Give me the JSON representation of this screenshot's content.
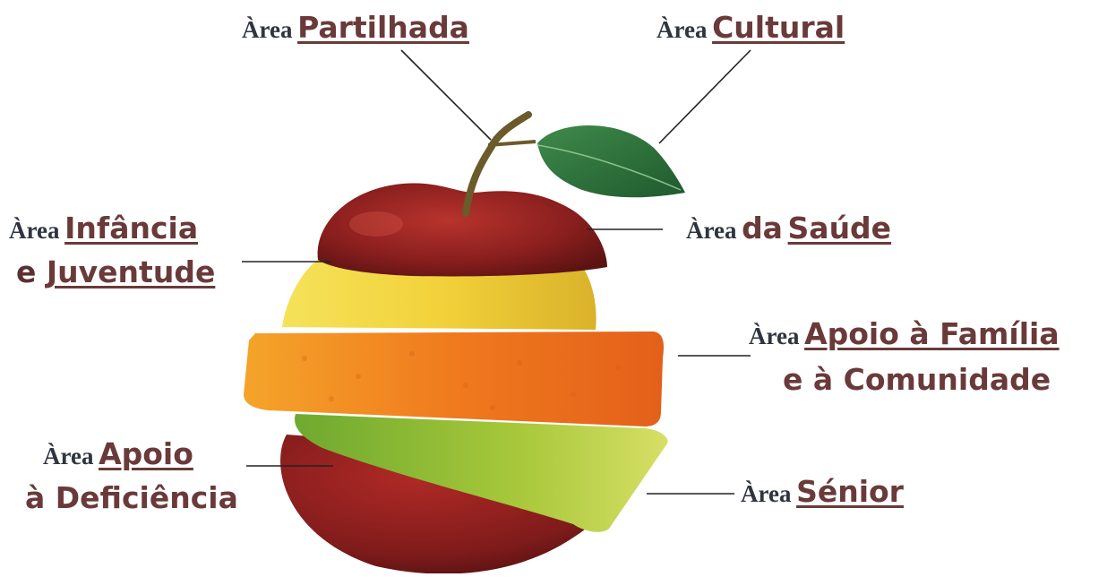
{
  "labels": {
    "partilhada": {
      "prefix": "Àrea",
      "key": "Partilhada"
    },
    "cultural": {
      "prefix": "Àrea",
      "key": "Cultural"
    },
    "infancia": {
      "prefix": "Àrea",
      "key": "Infância",
      "line2_plain": "e",
      "line2_key": "Juventude"
    },
    "saude": {
      "prefix": "Àrea",
      "mid": "da",
      "key": "Saúde"
    },
    "familia": {
      "prefix": "Àrea",
      "key": "Apoio à Família",
      "line2_key": "e à Comunidade"
    },
    "deficiencia": {
      "prefix": "Àrea",
      "key": "Apoio",
      "line2_key": "à Deficiência"
    },
    "senior": {
      "prefix": "Àrea",
      "key": "Sénior"
    }
  },
  "colors": {
    "apple_red": "#8a1f1e",
    "yellow_slice": "#f2d23a",
    "orange_slice": "#f07a1e",
    "green_slice": "#a8c83a",
    "leaf": "#2f6f3a",
    "connector": "#222222",
    "label_text": "#6a3a3a"
  }
}
